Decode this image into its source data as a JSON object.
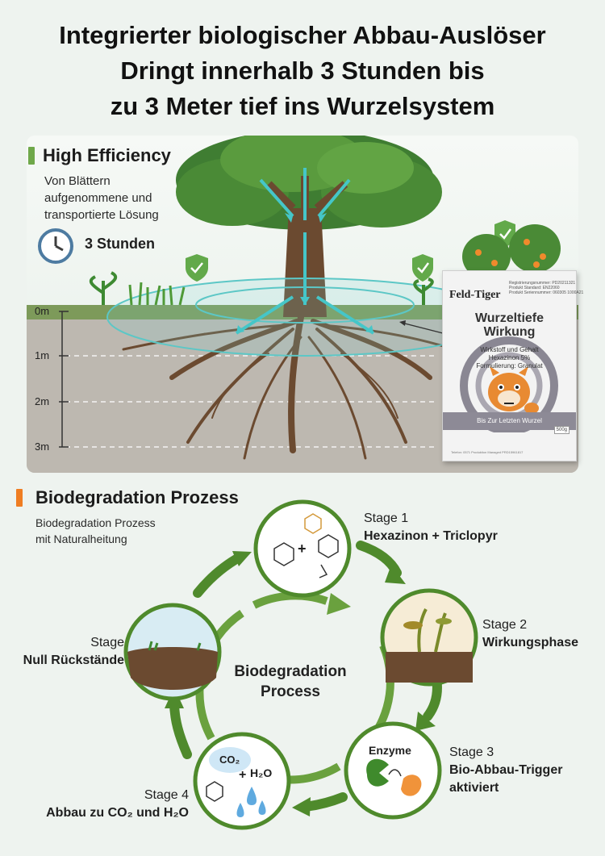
{
  "headline": [
    "Integrierter biologischer Abbau-Auslöser",
    "Dringt innerhalb 3 Stunden bis",
    "zu 3 Meter tief ins Wurzelsystem"
  ],
  "section1": {
    "title": "High Efficiency",
    "subtitle": [
      "Von Blättern",
      "aufgenommene und",
      "transportierte Lösung"
    ],
    "clock_label": "3 Stunden",
    "depth_labels": [
      "0m",
      "1m",
      "2m",
      "3m"
    ],
    "accent_color": "#6fa84a"
  },
  "package": {
    "brand": "Feld-Tiger",
    "reg_lines": [
      "Registrierungsnummer: PD20211321",
      "Produkt Standard: EN22060",
      "Produkt Seriennummer: 060305 1000A21"
    ],
    "product_lines": [
      "Wurzeltiefe",
      "Wirkung"
    ],
    "info_lines": [
      "Wirkstoff und Gehalt",
      "Hexazinon 5%",
      "Formulierung: Granulat"
    ],
    "slogan": "Bis Zur Letzten Wurzel",
    "net_weight": "500g",
    "footer": "Telefon: 0571 Produktion Managed PRD15961817"
  },
  "section2": {
    "title": "Biodegradation Prozess",
    "subtitle": [
      "Biodegradation Prozess",
      "mit Naturalheitung"
    ],
    "center_title": [
      "Biodegradation",
      "Process"
    ],
    "accent_color": "#ef7d22",
    "cycle_color": "#4f8a2c",
    "stages": [
      {
        "number": "Stage 1",
        "title": "Hexazinon + Triclopyr"
      },
      {
        "number": "Stage 2",
        "title": "Wirkungsphase"
      },
      {
        "number": "Stage 3",
        "title": [
          "Bio-Abbau-Trigger",
          "aktiviert"
        ]
      },
      {
        "number": "Stage 4",
        "title": "Abbau zu CO₂ und H₂O"
      },
      {
        "number": "Stage",
        "title": "Null Rückstände"
      }
    ],
    "enzyme_label": "Enzyme",
    "co2_label": "CO₂",
    "h2o_label": "H₂O",
    "plus": "+"
  }
}
